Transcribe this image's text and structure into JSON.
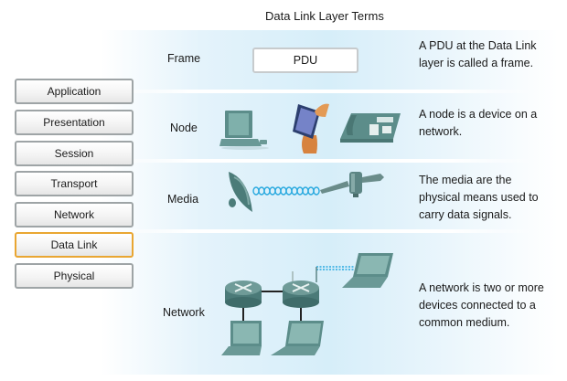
{
  "title": "Data Link Layer Terms",
  "layers": [
    {
      "label": "Application",
      "active": false
    },
    {
      "label": "Presentation",
      "active": false
    },
    {
      "label": "Session",
      "active": false
    },
    {
      "label": "Transport",
      "active": false
    },
    {
      "label": "Network",
      "active": false
    },
    {
      "label": "Data Link",
      "active": true
    },
    {
      "label": "Physical",
      "active": false
    }
  ],
  "rows": [
    {
      "term": "Frame",
      "box_label": "PDU",
      "description": "A PDU at the Data Link layer is called a frame."
    },
    {
      "term": "Node",
      "icons": [
        "desktop-computer",
        "pda-handheld",
        "ip-phone"
      ],
      "description": "A node is a device on a network."
    },
    {
      "term": "Media",
      "icons": [
        "satellite-dish",
        "wireless-signal",
        "antenna"
      ],
      "description": "The media are the physical means used to carry data signals."
    },
    {
      "term": "Network",
      "icons": [
        "router",
        "router",
        "laptop",
        "laptop",
        "laptop",
        "wireless-signal"
      ],
      "description": "A network is two or more devices connected to a common medium."
    }
  ],
  "colors": {
    "active_border": "#e9a632",
    "button_border": "#9ea4a6",
    "band": "#d6eef9",
    "device": "#5f8f8c",
    "wireless": "#29a9df"
  }
}
